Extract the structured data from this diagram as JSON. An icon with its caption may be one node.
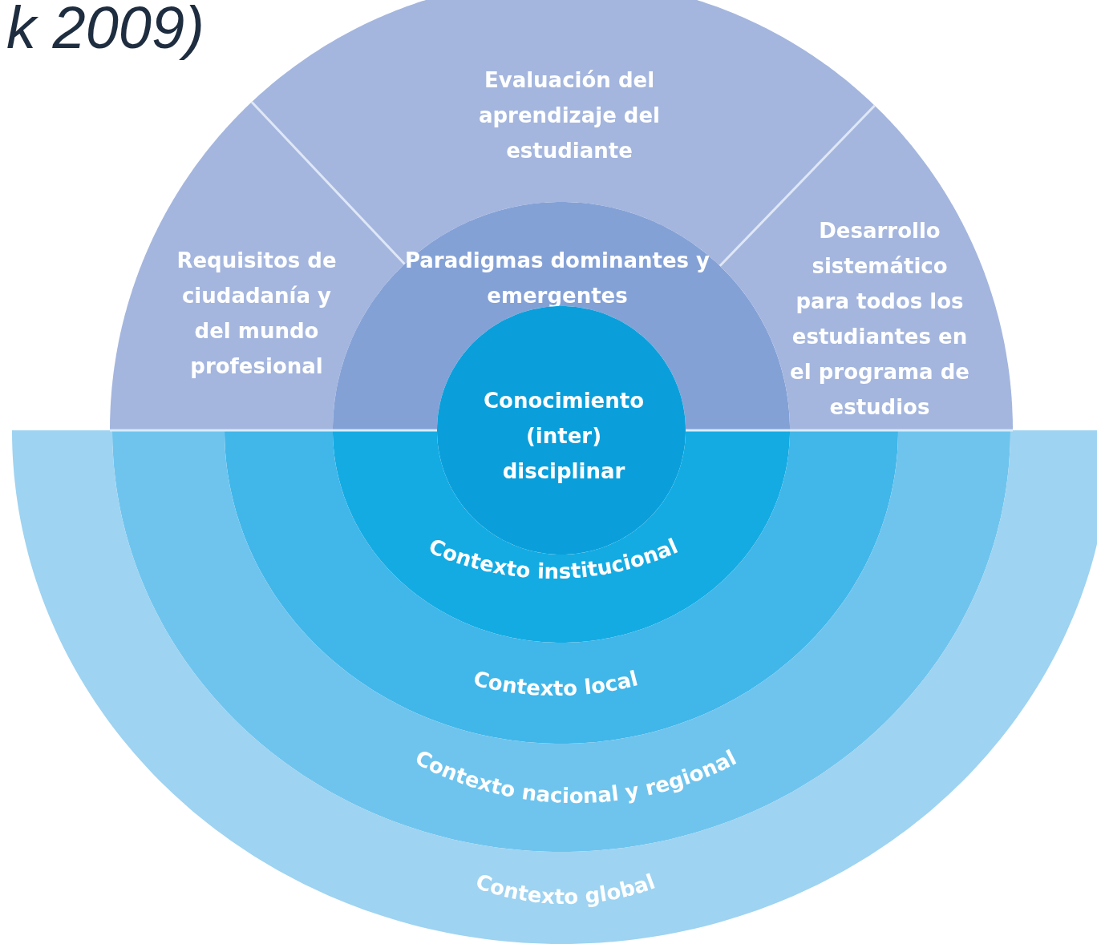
{
  "diagram": {
    "nodes": [
      {
        "text": [
          "Evaluación del aprendizaje del estudiante"
        ]
      },
      {
        "text": [
          "Requisitos de ciudadanía y del mundo profesional"
        ]
      },
      {
        "text": [
          "Paradigmas dominantes y emergentes"
        ]
      },
      {
        "text": [
          "Desarrollo sistemático para todos los estudiantes en el programa de estudios"
        ]
      },
      {
        "text": [
          "Conocimiento (inter) disciplinar"
        ]
      },
      {
        "text": [
          "Contexto institucional"
        ]
      },
      {
        "text": [
          "Contexto local"
        ]
      },
      {
        "text": [
          "Contexto nacional y regional"
        ]
      },
      {
        "text": [
          "Contexto global"
        ]
      }
    ],
    "labels": [
      "k 2009)"
    ]
  }
}
